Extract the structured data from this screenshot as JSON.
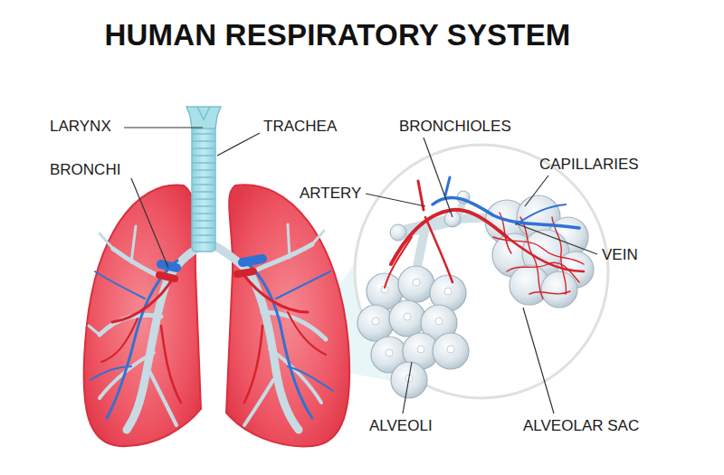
{
  "diagram": {
    "title": "HUMAN RESPIRATORY SYSTEM",
    "labels": [
      "LARYNX",
      "TRACHEA",
      "BRONCHIOLES",
      "CAPILLARIES",
      "BRONCHI",
      "ARTERY",
      "VEIN",
      "ALVEOLI",
      "ALVEOLAR SAC"
    ]
  }
}
